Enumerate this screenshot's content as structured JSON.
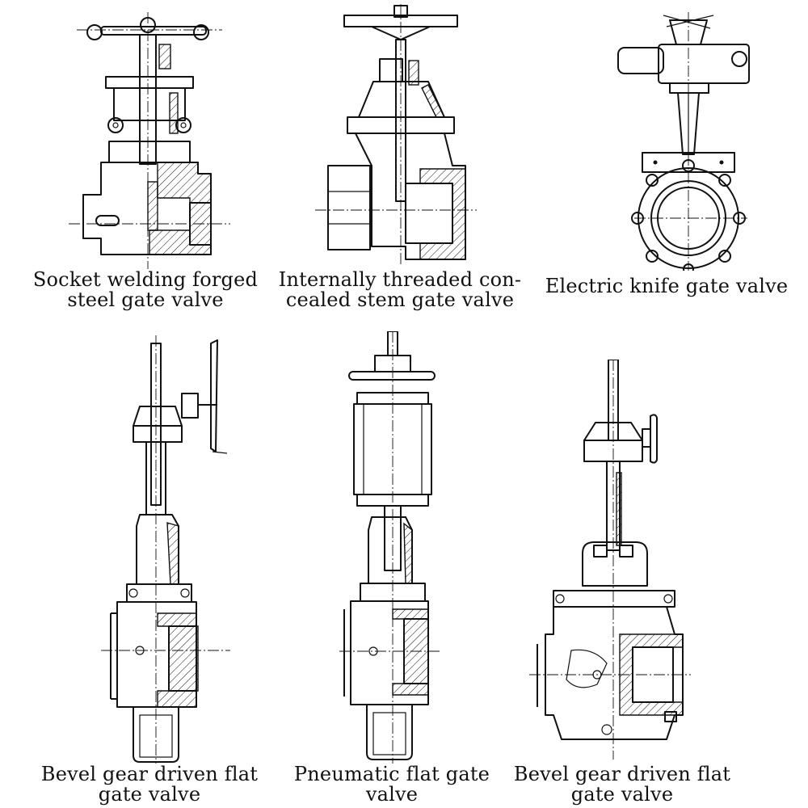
{
  "valves": [
    {
      "id": "socket-welding",
      "caption": [
        "Socket welding forged",
        "steel gate valve"
      ]
    },
    {
      "id": "internally-threaded",
      "caption": [
        "Internally threaded con-",
        "cealed stem gate valve"
      ]
    },
    {
      "id": "electric-knife",
      "caption": [
        "Electric knife gate valve"
      ]
    },
    {
      "id": "bevel-gear-1",
      "caption": [
        "Bevel gear driven flat",
        "gate valve"
      ]
    },
    {
      "id": "pneumatic-flat",
      "caption": [
        "Pneumatic flat gate",
        "valve"
      ]
    },
    {
      "id": "bevel-gear-2",
      "caption": [
        "Bevel gear driven flat",
        "gate valve"
      ]
    }
  ]
}
